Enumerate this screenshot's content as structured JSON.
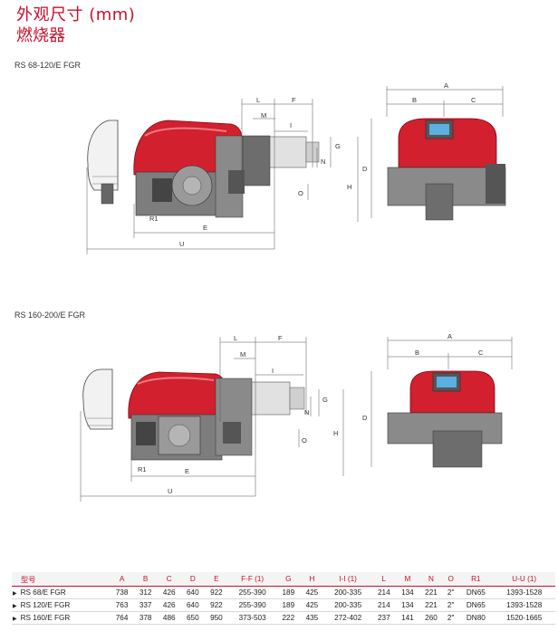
{
  "heading": {
    "title": "外观尺寸 (mm)",
    "subtitle": "燃烧器"
  },
  "sections": [
    {
      "model": "RS 68-120/E FGR"
    },
    {
      "model": "RS 160-200/E FGR"
    }
  ],
  "dimension_labels": {
    "side_top": [
      "L",
      "F",
      "M",
      "I"
    ],
    "side_right": [
      "G",
      "N",
      "H",
      "O"
    ],
    "side_bottom": [
      "R1",
      "E",
      "U"
    ],
    "front": [
      "A",
      "B",
      "C",
      "D"
    ]
  },
  "table": {
    "headers": [
      "型号",
      "A",
      "B",
      "C",
      "D",
      "E",
      "F-F (1)",
      "G",
      "H",
      "I-I (1)",
      "L",
      "M",
      "N",
      "O",
      "R1",
      "U-U (1)"
    ],
    "rows": [
      [
        "RS 68/E FGR",
        "738",
        "312",
        "426",
        "640",
        "922",
        "255-390",
        "189",
        "425",
        "200-335",
        "214",
        "134",
        "221",
        "2\"",
        "DN65",
        "1393-1528"
      ],
      [
        "RS 120/E FGR",
        "763",
        "337",
        "426",
        "640",
        "922",
        "255-390",
        "189",
        "425",
        "200-335",
        "214",
        "134",
        "221",
        "2\"",
        "DN65",
        "1393-1528"
      ],
      [
        "RS 160/E FGR",
        "764",
        "378",
        "486",
        "650",
        "950",
        "373-503",
        "222",
        "435",
        "272-402",
        "237",
        "141",
        "260",
        "2\"",
        "DN80",
        "1520-1665"
      ]
    ]
  },
  "colors": {
    "accent": "#c8102e",
    "burner_red": "#d3202e",
    "metal": "#8a8a8a"
  }
}
